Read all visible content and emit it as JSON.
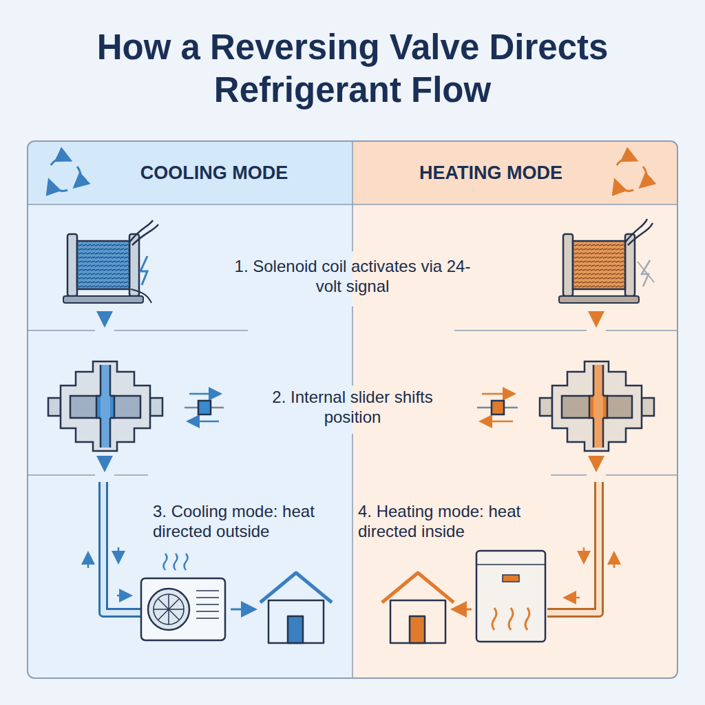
{
  "diagram": {
    "title": "How a Reversing Valve Directs Refrigerant Flow",
    "nodes": [
      {
        "text": [
          "COOLING MODE"
        ]
      },
      {
        "text": [
          "HEATING MODE"
        ]
      }
    ],
    "labels": [
      "1. Solenoid coil activates via 24-volt signal",
      "2. Internal slider shifts position",
      "3. Cooling mode: heat directed outside",
      "4. Heating mode: heat directed inside"
    ]
  }
}
